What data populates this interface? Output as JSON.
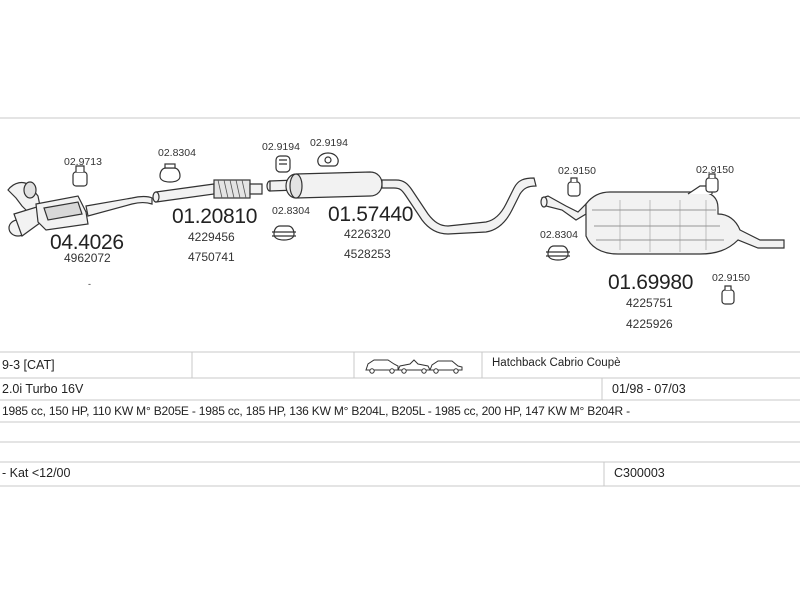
{
  "diagram": {
    "parts": [
      {
        "id": "front-pipe",
        "number": "04.4026",
        "oem": [
          "4962072"
        ],
        "clamp": "02.9713"
      },
      {
        "id": "flex-pipe",
        "number": "01.20810",
        "oem": [
          "4229456",
          "4750741"
        ],
        "clamp_left": "02.8304",
        "clamp_below": "02.8304"
      },
      {
        "id": "middle-silencer",
        "number": "01.57440",
        "oem": [
          "4226320",
          "4528253"
        ],
        "clamp_a": "02.9194",
        "clamp_b": "02.9194"
      },
      {
        "id": "rear-silencer",
        "number": "01.69980",
        "oem": [
          "4225751",
          "4225926"
        ],
        "clamp_a": "02.9150",
        "clamp_b": "02.9150",
        "clamp_c": "02.8304",
        "clamp_d": "02.9150"
      }
    ],
    "stray_mark": "-"
  },
  "vehicle": {
    "model": "9-3  [CAT]",
    "body_types": "Hatchback Cabrio Coupè",
    "engine": "2.0i Turbo 16V",
    "years": "01/98 - 07/03",
    "specs": "1985 cc, 150 HP, 110 KW M° B205E - 1985 cc, 185 HP, 136 KW M° B204L, B205L - 1985 cc, 200 HP, 147 KW M° B204R -",
    "note": "- Kat <12/00",
    "code": "C300003"
  },
  "icons": [
    "hatchback-car-icon",
    "cabrio-car-icon",
    "coupe-car-icon"
  ]
}
